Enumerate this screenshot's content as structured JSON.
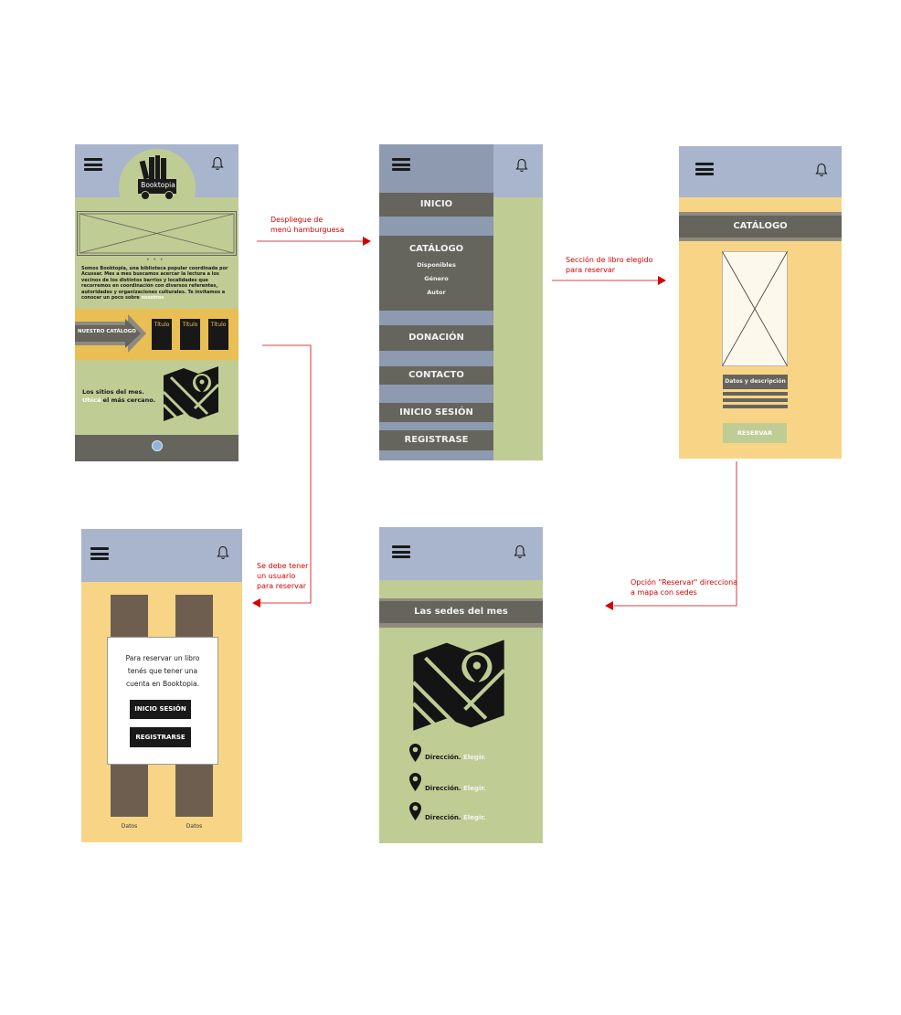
{
  "screen_home": {
    "brand": "Booktopia",
    "dots": "• • •",
    "intro_lead": "Somos Booktopia, una biblioteca popular coordinada por Acussar. Mes a mes buscamos acercar la lectura a los vecinos de los distintos barrios y localidades que recorremos en coordinación con diversos referentes, autoridades y organizaciones culturales.",
    "intro_tail": "Te invitamos a conocer un poco sobre",
    "intro_link": "nosotros",
    "catalog_label": "NUESTRO CATÁLOGO",
    "book_titles": [
      "Título",
      "Título",
      "Título"
    ],
    "sites_line1": "Los sitios del mes.",
    "sites_highlight": "Ubicá",
    "sites_line2": "el más cercano."
  },
  "screen_menu": {
    "items": [
      "INICIO",
      "CATÁLOGO",
      "DONACIÓN",
      "CONTACTO",
      "INICIO SESIÓN",
      "REGISTRASE"
    ],
    "sub_items": [
      "Disponibles",
      "Género",
      "Autor"
    ]
  },
  "screen_book": {
    "title": "CATÁLOGO",
    "details_label": "Datos y descripción",
    "reserve_label": "RESERVAR"
  },
  "screen_login": {
    "modal_text": "Para reservar un libro tenés que tener una cuenta en Booktopia.",
    "login_label": "INICIO SESIÓN",
    "register_label": "REGISTRARSE",
    "column_labels": [
      "Datos",
      "Datos"
    ]
  },
  "screen_map": {
    "title": "Las sedes del mes",
    "address_label": "Dirección.",
    "choose_label": "Elegir."
  },
  "notes": {
    "hamburger": "Despliegue de\nmenú hamburguesa",
    "book_section": "Sección de libro elegido\npara reservar",
    "reserve_option": "Opción \"Reservar\" direcciona\na mapa con sedes",
    "need_user": "Se debe tener\nun usuario\npara reservar"
  },
  "colors": {
    "header": "#a8b5cc",
    "green": "#bfcc94",
    "orange": "#f8d586",
    "gray": "#65645d",
    "arrow": "#d40000"
  },
  "icons": [
    "hamburger-icon",
    "bell-icon",
    "map-icon",
    "location-pin-icon",
    "books-icon",
    "scroll-icon"
  ]
}
